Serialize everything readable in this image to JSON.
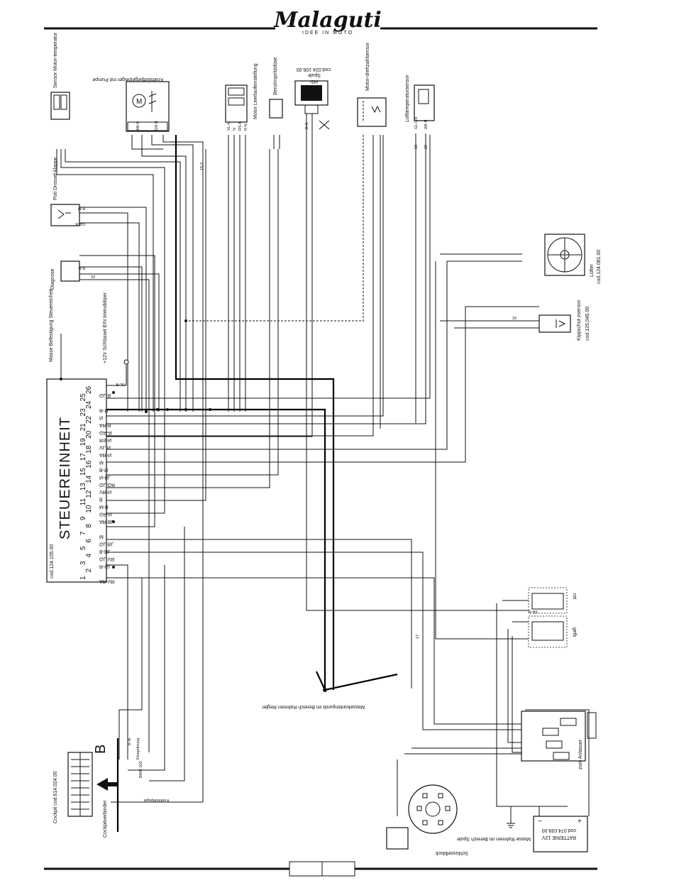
{
  "header": {
    "brand": "Malaguti",
    "tagline": "IDEE IN MOTO"
  },
  "ecu": {
    "title": "STEUEREINHEIT",
    "code": "cod.124.105.00",
    "pins": [
      {
        "n": "1",
        "wire": "AR-VR"
      },
      {
        "n": "2",
        "wire": ""
      },
      {
        "n": "3",
        "wire": "R-GL"
      },
      {
        "n": "4",
        "wire": "GL-VR"
      },
      {
        "n": "5",
        "wire": "B-BL"
      },
      {
        "n": "6",
        "wire": "GL-BL"
      },
      {
        "n": "7",
        "wire": "M"
      },
      {
        "n": "8",
        "wire": ""
      },
      {
        "n": "9",
        "wire": "AR-BL"
      },
      {
        "n": "10",
        "wire": "GR-N"
      },
      {
        "n": "11",
        "wire": "M-B"
      },
      {
        "n": "12",
        "wire": "B"
      },
      {
        "n": "13",
        "wire": "VR-N"
      },
      {
        "n": "14",
        "wire": "GL-GR"
      },
      {
        "n": "15",
        "wire": "N-BL"
      },
      {
        "n": "16",
        "wire": "B-N"
      },
      {
        "n": "17",
        "wire": "M"
      },
      {
        "n": "18",
        "wire": "AR-N"
      },
      {
        "n": "19",
        "wire": "VL-N"
      },
      {
        "n": "20",
        "wire": "RS-N"
      },
      {
        "n": "21",
        "wire": "GR-R"
      },
      {
        "n": "22",
        "wire": "AR-B"
      },
      {
        "n": "23",
        "wire": "N"
      },
      {
        "n": "24",
        "wire": "R-N"
      },
      {
        "n": "25",
        "wire": ""
      },
      {
        "n": "26",
        "wire": "GL-B"
      }
    ]
  },
  "labels": {
    "sensor_motortemp": "Sensor Motor-temperatur",
    "kraftstoff": "Kraftstoffpegelzeiger mit Pumpe",
    "leerlauf": "Motor Leerlaufeinstellung",
    "benzinspritz": "Benzinspritzdüse",
    "spule": "Spule",
    "spule_hs": "HS-",
    "spule_code": "cod.024.106.00",
    "motordrehzahl": "Motor-drehzahlsensor",
    "lufttemp": "Lufttemperatursensor",
    "poti": "Poti Drossel-klappe",
    "diagnose": "Diagnose",
    "masse_befestigung": "Masse Befestigung Steuereinheit",
    "immobilizer": "+12V Schlüssel EIN Immobilizer",
    "luefter": "Lüfter",
    "luefter_code": "cod.124.081.00",
    "kippschutz": "Kippschut-zsensor",
    "kippschutz_code": "cod.125.045.00",
    "masse_punkt": "Massekontenpunkt im Bereich Rahmen Regler",
    "rot": "rot",
    "gelb": "gelb",
    "zum_anlasser": "zum Anlasser",
    "batterie": "BATTERIE 12V",
    "batterie_code": "cod.074.039.00",
    "masse_rahmen": "Masse Rahmen im Bereich Spule",
    "schluessel": "Schlüsselblock",
    "cockpitverbinder": "Cockpitverbinder",
    "cockpit_code": "Cockpit cod.614.024.00",
    "b_label": "B",
    "einspritzung": "Einspritzung",
    "kraftstoffpegel": "Kraftstoffpegel",
    "bm": "B-M",
    "bwr": "BWR 103",
    "plus": "+",
    "minus": "−",
    "m": "M"
  },
  "wire_tags": {
    "t1": "AR-B",
    "t2": "GR-B",
    "t3": "VL-N",
    "t4": "N",
    "t5": "RS-B",
    "t6": "R-N",
    "t7": "B-N",
    "t8": "GL-GR",
    "t9": "AR-N",
    "t10": "B-M",
    "t11": "GR-B",
    "t12": "R-B",
    "t13": "18-3",
    "t14": "16",
    "t15": "17",
    "t16": "18",
    "t17": "22",
    "t18": "23",
    "t19": "VR-N",
    "t20": "GL-B"
  },
  "footer": {
    "page": ""
  }
}
